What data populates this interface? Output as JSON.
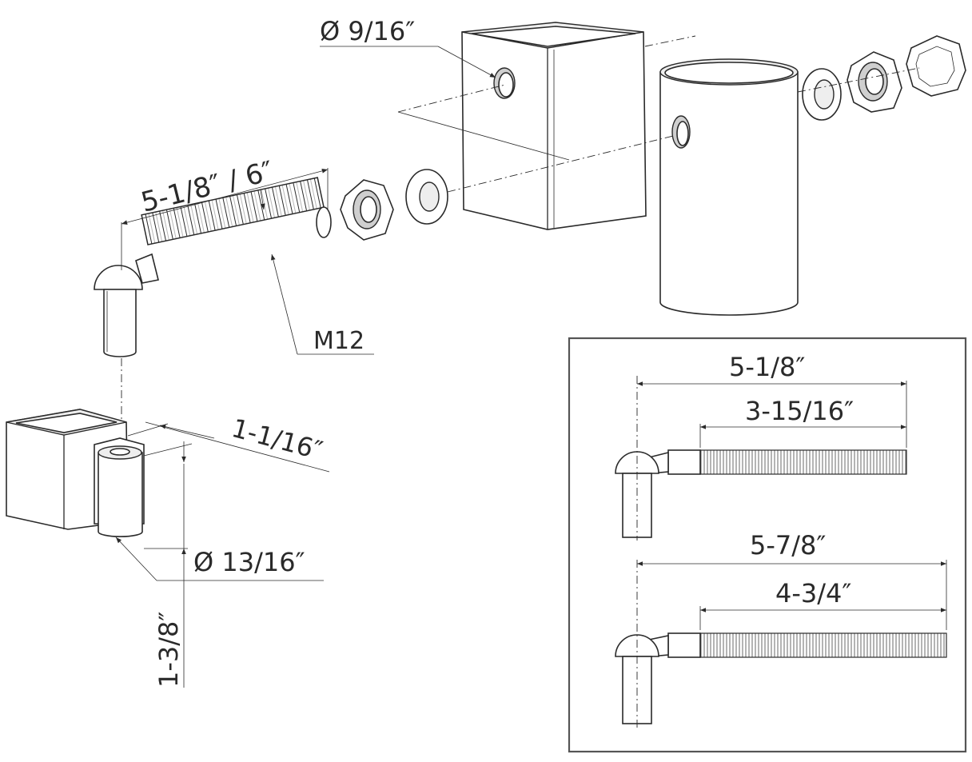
{
  "labels": {
    "hole_diameter": "Ø 9/16″",
    "pin_length_options": "5-1/8″  /  6″",
    "thread_size": "M12",
    "sleeve_height": "1-1/16″",
    "sleeve_diameter": "Ø 13/16″",
    "pin_length": "1-3/8″",
    "inset_top_overall": "5-1/8″",
    "inset_top_thread": "3-15/16″",
    "inset_bottom_overall": "5-7/8″",
    "inset_bottom_thread": "4-3/4″"
  },
  "colors": {
    "line": "#2a2a2a",
    "fill_light": "#eeeeee",
    "fill_mid": "#cfcfcf",
    "background": "#ffffff"
  }
}
